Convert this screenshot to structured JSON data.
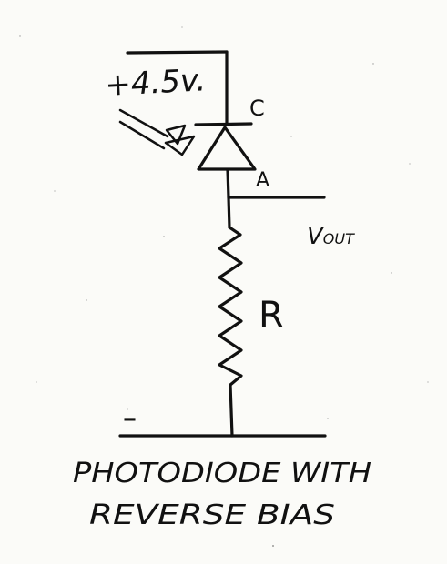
{
  "diagram": {
    "supply_label": "+4.5v.",
    "cathode_label": "C",
    "anode_label": "A",
    "output_label_main": "V",
    "output_label_sub": "OUT",
    "resistor_label": "R",
    "ground_label": "–",
    "caption_line1": "PHOTODIODE WITH",
    "caption_line2": "REVERSE BIAS"
  }
}
